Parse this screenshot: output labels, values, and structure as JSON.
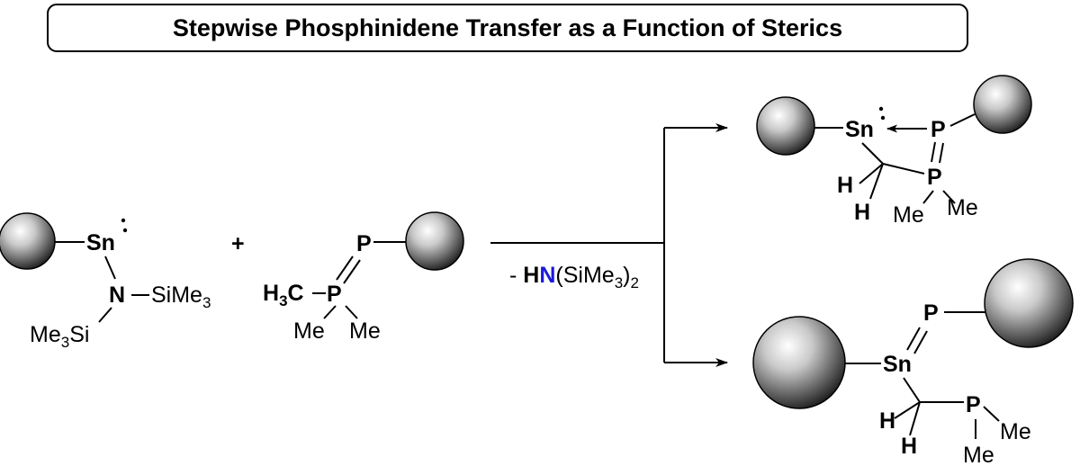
{
  "title": "Stepwise Phosphinidene Transfer as a Function of Sterics",
  "colors": {
    "tin": "#1f6fd0",
    "phosphorus": "#e41fd6",
    "nitrogen": "#1a1adc",
    "bonds": "#000000"
  },
  "reactant1": {
    "sn": "Sn",
    "n": "N",
    "si_right": "SiMe",
    "si_right_sub": "3",
    "si_left_pre": "Me",
    "si_left_sub": "3",
    "si_left_post": "Si"
  },
  "plus": "+",
  "reactant2": {
    "p": "P",
    "h3c_h": "H",
    "h3c_sub": "3",
    "h3c_c": "C",
    "p_center": "P",
    "me_left": "Me",
    "me_right": "Me"
  },
  "condition": {
    "minus": "- ",
    "h": "H",
    "n": "N",
    "rest_pre": "(SiMe",
    "rest_sub1": "3",
    "rest_mid": ")",
    "rest_sub2": "2"
  },
  "product_top": {
    "sn": "Sn",
    "p": "P",
    "p_center": "P",
    "h1": "H",
    "h2": "H",
    "me1": "Me",
    "me2": "Me"
  },
  "product_bottom": {
    "p": "P",
    "sn": "Sn",
    "h1": "H",
    "h2": "H",
    "p_center": "P",
    "me1": "Me",
    "me2": "Me"
  }
}
